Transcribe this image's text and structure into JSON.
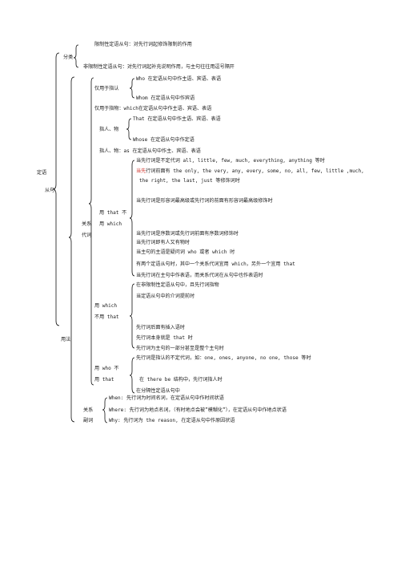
{
  "root": {
    "line1": "定语",
    "line2": "从句"
  },
  "fenlei": {
    "label": "分类",
    "restrictive": "限制性定语从句：对先行词起修饰限制的作用",
    "nonrestrictive": "非限制性定语从句：对先行词起补充说明作用，与主句往往用逗号隔开"
  },
  "yongfa": {
    "label": "用法",
    "pronoun": {
      "label1": "关系",
      "label2": "代词",
      "person_only": {
        "label": "仅用于指认",
        "who": "Who 在定语从句中作主语、宾语、表语",
        "whom": "Whom 在定语从句中作宾语"
      },
      "thing_only": "仅用于指物：which在定语从句中作主语、宾语、表语",
      "person_thing": {
        "label": "指人、物",
        "that": "That 在定语从句中作主语、宾语、表语",
        "whose": "Whose 在定语从句中作定语"
      },
      "as_line": "指人、物：as 在定语从句中作主、宾语、表语",
      "that_not_which": {
        "label1": "用 that 不",
        "label2": "用 which",
        "items": [
          "当先行词是不定代词 all, little, few, much, everything, anything 等时",
          "当先行词前面有 the only, the very, any, every, some, no, all, few, little ,much,",
          "the right, the last, just 等修饰词时",
          "当先行词是形容词最高级或先行词的前面有形容词最高级修饰时",
          "当先行词是序数词或先行词前面有序数词修饰时",
          "当先行词即有人又有物时",
          "当主句的主语是疑问词 who 或者 which 时",
          "有两个定语从句时，其中一个关系代词宜用 which，另外一个宜用 that",
          "当先行词在主句中作表语，而关系代词在从句中也作表语时"
        ],
        "red_prefix": "当先"
      },
      "which_not_that": {
        "label1": "用 which",
        "label2": "不用 that",
        "items": [
          "在非限制性定语从句中，且先行词指物",
          "当定语从句中的介词提前时",
          "先行词后面有插入语时",
          "先行词本身就是 that 时",
          "先行词为主句的一部分甚至是整个主句时"
        ]
      },
      "who_not_that": {
        "label1": "用 who 不",
        "label2": "用 that",
        "items": [
          "先行词是指认的不定代词，如：one, ones, anyone, no one, those 等时",
          "在 there be 结构中，先行词指人时",
          "在分隔性定语从句中"
        ]
      }
    },
    "adverb": {
      "label1": "关系",
      "label2": "副词",
      "items": [
        "When: 先行词为时间名词，在定语从句中作时间状语",
        "Where: 先行词为地点名词，（有时地点会被”模糊化”），在定语从句中作地点状语",
        "Why: 先行词为 the reason, 在定语从句中作原因状语"
      ]
    }
  }
}
